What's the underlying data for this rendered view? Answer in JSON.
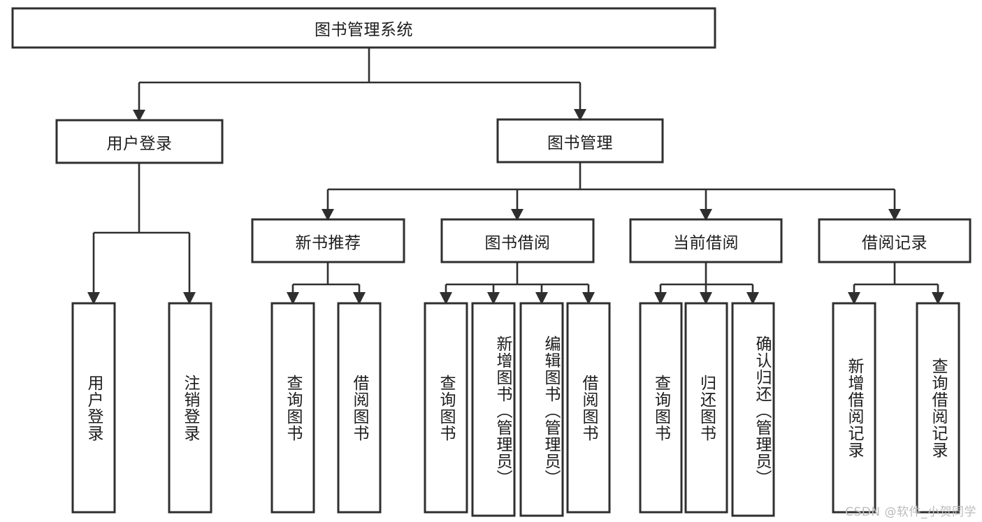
{
  "diagram": {
    "type": "tree",
    "title": "图书管理系统",
    "watermark": "CSDN @软件_小贺同学",
    "colors": {
      "box_stroke": "#2f2f2f",
      "box_fill": "#ffffff",
      "connector": "#2f2f2f",
      "text": "#1d1d1d",
      "watermark": "#bcbcbc",
      "background": "#ffffff"
    },
    "root": {
      "label": "图书管理系统"
    },
    "level2": [
      {
        "label": "用户登录"
      },
      {
        "label": "图书管理"
      }
    ],
    "level3": [
      {
        "label": "新书推荐"
      },
      {
        "label": "图书借阅"
      },
      {
        "label": "当前借阅"
      },
      {
        "label": "借阅记录"
      }
    ],
    "leaves": {
      "user_login": [
        {
          "label": "用户登录"
        },
        {
          "label": "注销登录"
        }
      ],
      "new_book_recommend": [
        {
          "label": "查询图书"
        },
        {
          "label": "借阅图书"
        }
      ],
      "book_borrow": [
        {
          "label": "查询图书"
        },
        {
          "label": "新增图书（管理员）"
        },
        {
          "label": "编辑图书（管理员）"
        },
        {
          "label": "借阅图书"
        }
      ],
      "current_borrow": [
        {
          "label": "查询图书"
        },
        {
          "label": "归还图书"
        },
        {
          "label": "确认归还（管理员）"
        }
      ],
      "borrow_record": [
        {
          "label": "新增借阅记录"
        },
        {
          "label": "查询借阅记录"
        }
      ]
    }
  }
}
